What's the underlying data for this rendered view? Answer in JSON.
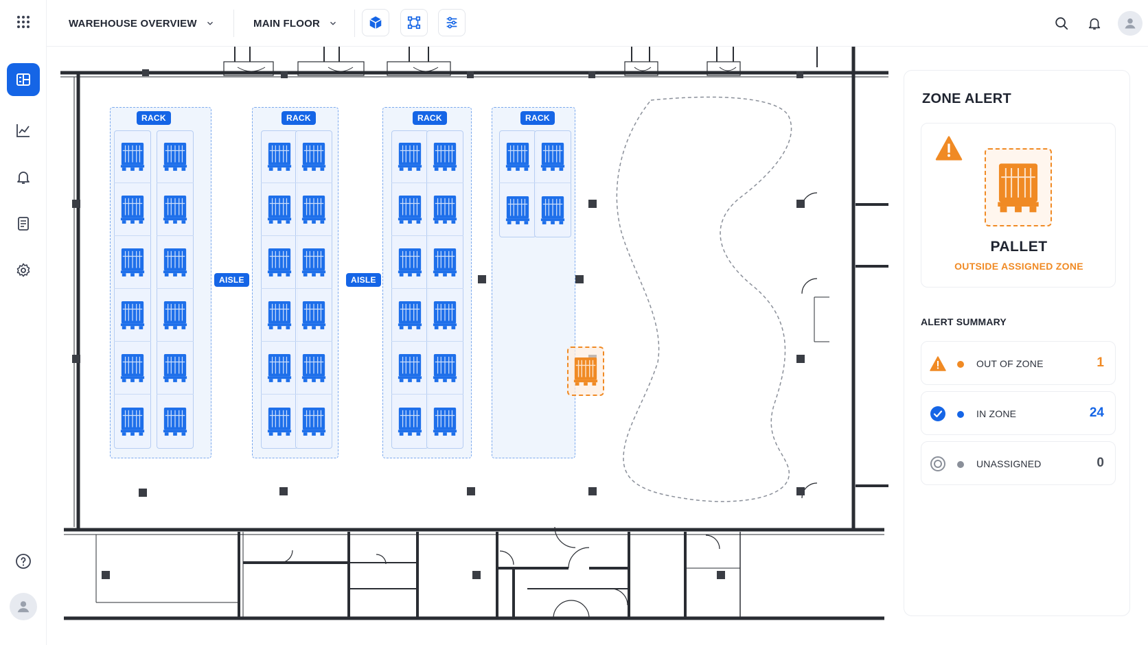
{
  "header": {
    "view_select": "WAREHOUSE OVERVIEW",
    "floor_select": "MAIN FLOOR"
  },
  "map": {
    "rack_label": "RACK",
    "aisle_label": "AISLE"
  },
  "panel": {
    "title": "ZONE ALERT",
    "asset_name": "PALLET",
    "asset_status": "OUTSIDE ASSIGNED ZONE",
    "summary_title": "ALERT SUMMARY",
    "summary": [
      {
        "label": "OUT OF ZONE",
        "value": "1",
        "color": "#f08a24",
        "icon": "warning-icon"
      },
      {
        "label": "IN ZONE",
        "value": "24",
        "color": "#1565e6",
        "icon": "check-circle-icon"
      },
      {
        "label": "UNASSIGNED",
        "value": "0",
        "color": "#8a8f99",
        "icon": "target-circle-icon"
      }
    ]
  },
  "colors": {
    "accent": "#1565e6",
    "warning": "#f08a24",
    "neutral": "#8a8f99"
  }
}
